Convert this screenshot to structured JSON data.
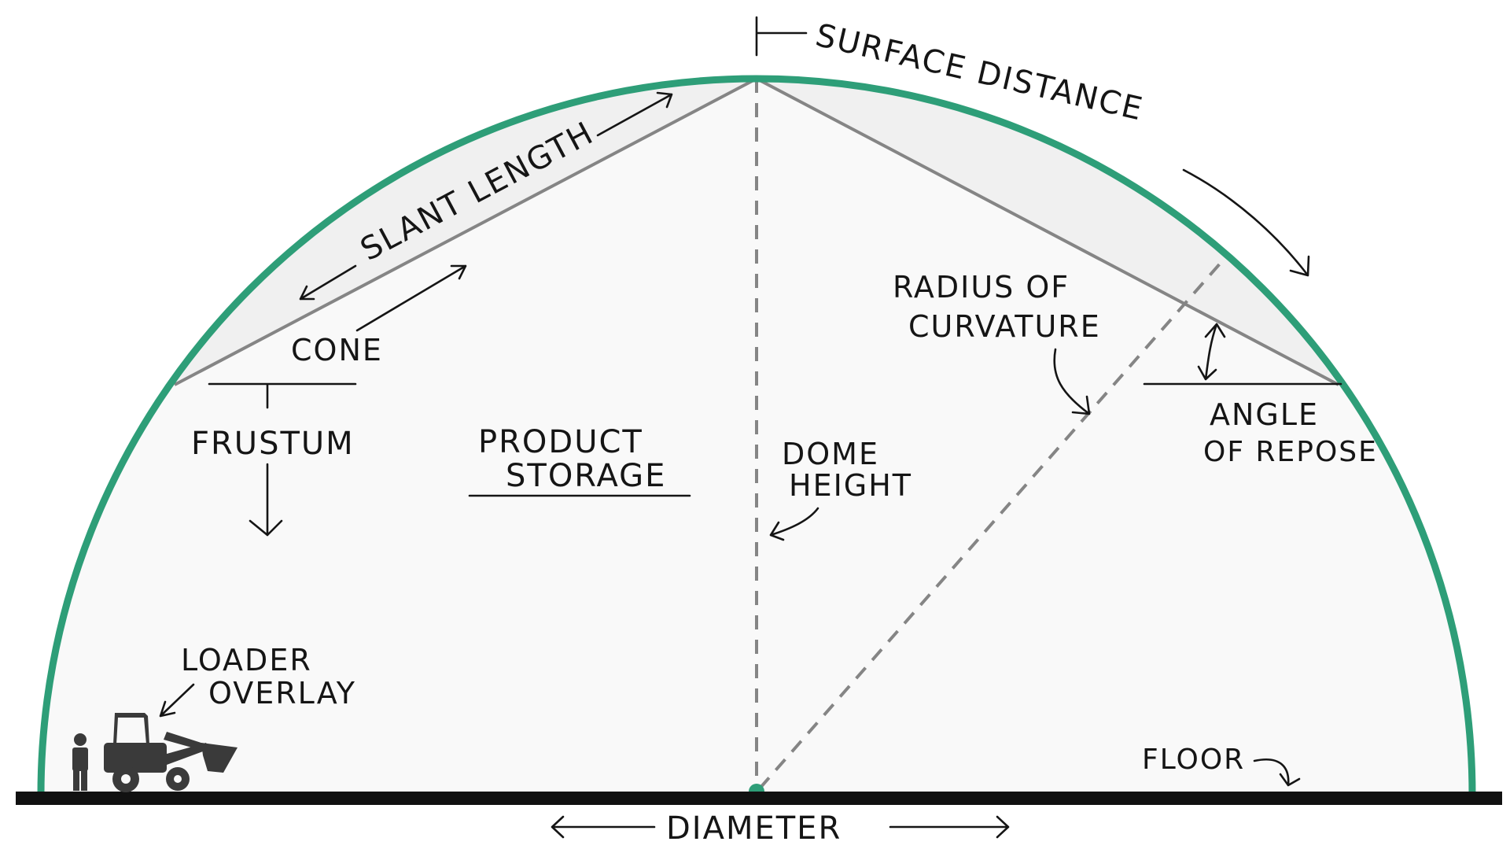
{
  "colors": {
    "dome": "#2e9e78",
    "floor": "#111111",
    "guide": "#858585",
    "fill": "#f9f9f9",
    "shade": "#f0f0f0",
    "ink": "#151515"
  },
  "labels": {
    "surface_distance": "SURFACE DISTANCE",
    "slant_length": "SLANT LENGTH",
    "cone": "CONE",
    "frustum": "FRUSTUM",
    "product_storage_line1": "PRODUCT",
    "product_storage_line2": "STORAGE",
    "dome_height_line1": "DOME",
    "dome_height_line2": "HEIGHT",
    "radius_line1": "RADIUS OF",
    "radius_line2": "CURVATURE",
    "angle_line1": "ANGLE",
    "angle_line2": "OF REPOSE",
    "loader_line1": "LOADER",
    "loader_line2": "OVERLAY",
    "floor": "FLOOR",
    "diameter": "DIAMETER"
  },
  "icons": {
    "person": "person-icon",
    "loader": "wheel-loader-icon"
  }
}
